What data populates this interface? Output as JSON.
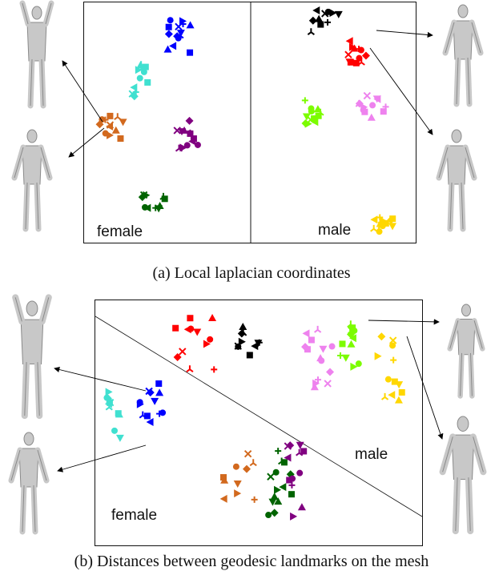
{
  "panel_a": {
    "label_female": "female",
    "label_male": "male",
    "caption": "(a) Local laplacian coordinates"
  },
  "panel_b": {
    "label_female": "female",
    "label_male": "male",
    "caption": "(b) Distances between geodesic landmarks on the mesh"
  },
  "colors": {
    "black": "#000000",
    "red": "#ff0000",
    "blue": "#0000ff",
    "cyan": "#40e0d0",
    "orange": "#d2691e",
    "purple": "#800080",
    "green": "#006400",
    "lime": "#7cfc00",
    "pink": "#ee82ee",
    "yellow": "#ffd700",
    "figure": "#c8c8c8"
  },
  "chart_data": [
    {
      "type": "scatter",
      "title": "",
      "clusters_female": [
        "blue",
        "cyan",
        "orange",
        "purple",
        "green"
      ],
      "clusters_male": [
        "black",
        "red",
        "lime",
        "pink",
        "yellow"
      ],
      "grid": false
    },
    {
      "type": "scatter",
      "title": "",
      "clusters_female": [
        "cyan",
        "blue",
        "orange",
        "purple",
        "green"
      ],
      "clusters_male": [
        "black",
        "red",
        "pink",
        "lime",
        "yellow"
      ],
      "grid": false
    }
  ]
}
